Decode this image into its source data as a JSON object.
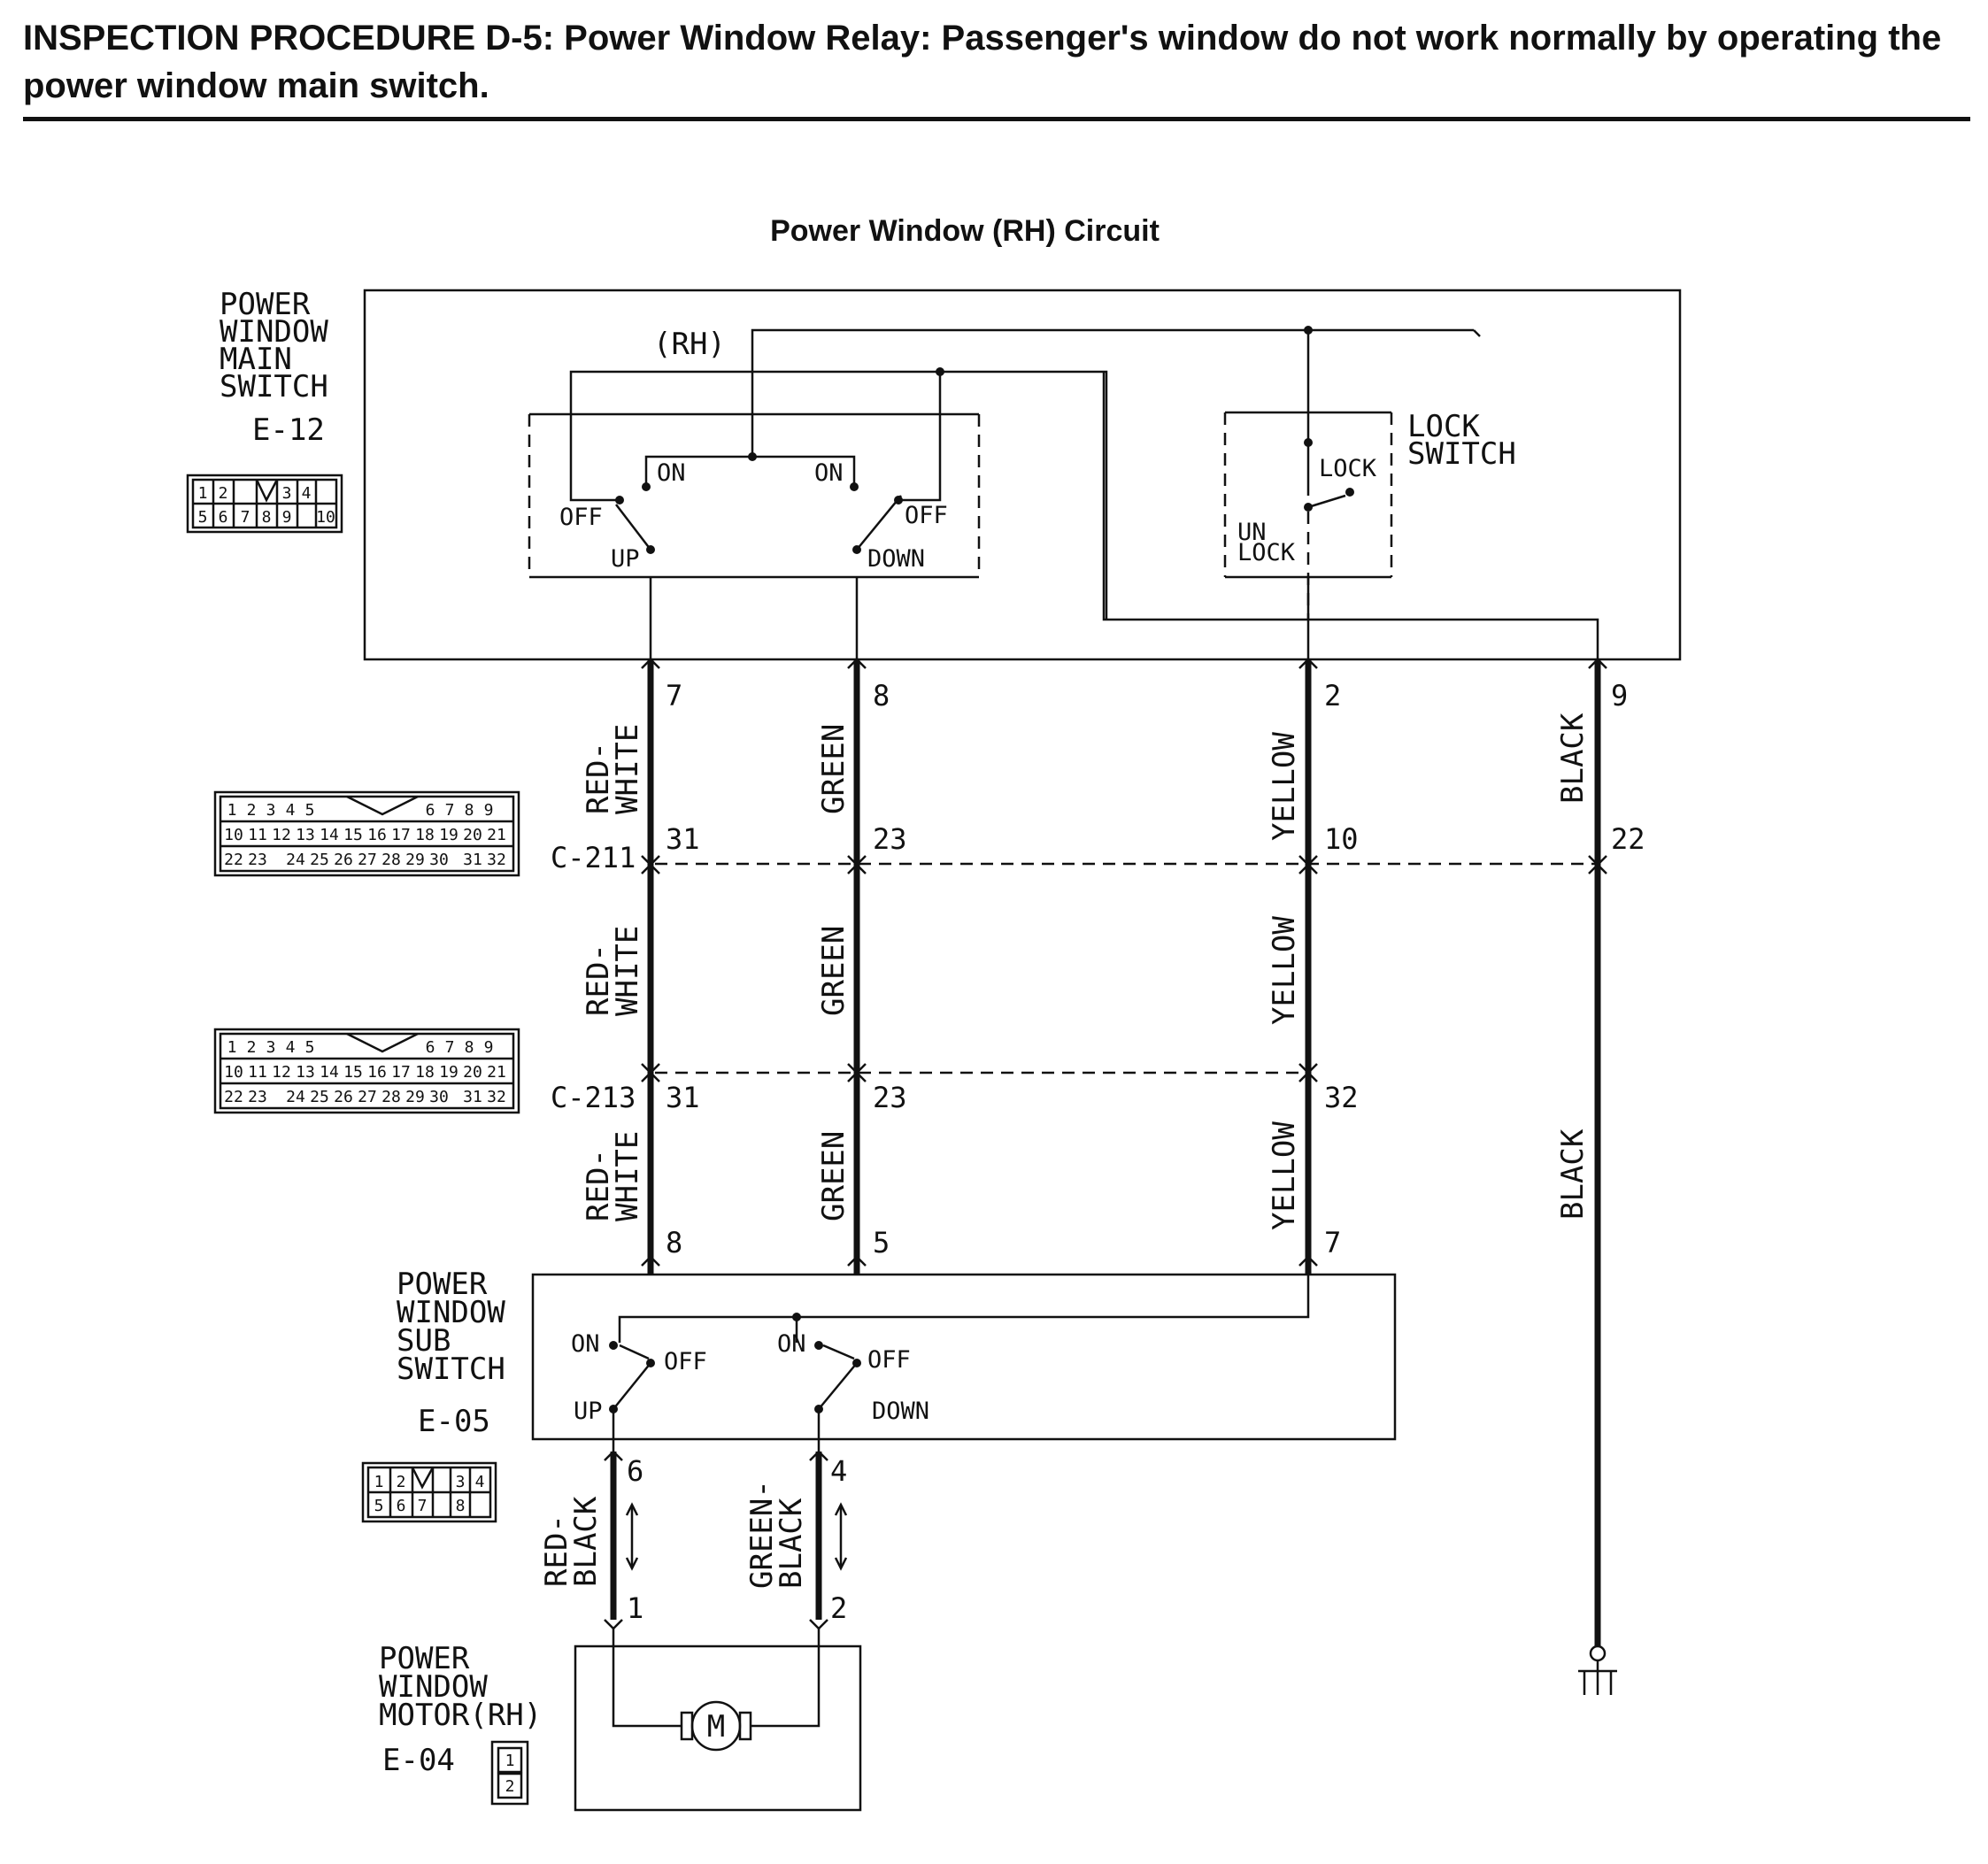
{
  "header": {
    "title": "INSPECTION PROCEDURE D-5: Power Window Relay: Passenger's window do not work normally by operating the power window main switch."
  },
  "diagram": {
    "title": "Power Window (RH) Circuit",
    "main_switch": {
      "name_lines": [
        "POWER",
        "WINDOW",
        "MAIN",
        "SWITCH"
      ],
      "connector": "E-12",
      "connector_pins": [
        "1",
        "2",
        "3",
        "4",
        "5",
        "6",
        "7",
        "8",
        "9",
        "10"
      ],
      "side": "(RH)",
      "labels": {
        "on_left": "ON",
        "on_right": "ON",
        "off_left": "OFF",
        "off_right": "OFF",
        "up": "UP",
        "down": "DOWN"
      },
      "lock_switch": {
        "name_lines": [
          "LOCK",
          "SWITCH"
        ],
        "lock": "LOCK",
        "unlock_lines": [
          "UN",
          "LOCK"
        ]
      }
    },
    "connector_c211": {
      "name": "C-211",
      "pins_row1": [
        "1",
        "2",
        "3",
        "4",
        "5",
        "6",
        "7",
        "8",
        "9"
      ],
      "pins_row2": [
        "10",
        "11",
        "12",
        "13",
        "14",
        "15",
        "16",
        "17",
        "18",
        "19",
        "20",
        "21"
      ],
      "pins_row3": [
        "22",
        "23",
        "24",
        "25",
        "26",
        "27",
        "28",
        "29",
        "30",
        "31",
        "32"
      ]
    },
    "connector_c213": {
      "name": "C-213",
      "pins_row1": [
        "1",
        "2",
        "3",
        "4",
        "5",
        "6",
        "7",
        "8",
        "9"
      ],
      "pins_row2": [
        "10",
        "11",
        "12",
        "13",
        "14",
        "15",
        "16",
        "17",
        "18",
        "19",
        "20",
        "21"
      ],
      "pins_row3": [
        "22",
        "23",
        "24",
        "25",
        "26",
        "27",
        "28",
        "29",
        "30",
        "31",
        "32"
      ]
    },
    "wires": {
      "w1": {
        "color_a_lines": [
          "RED-",
          "WHITE"
        ],
        "pins": [
          "7",
          "31",
          "31",
          "8"
        ]
      },
      "w2": {
        "color": "GREEN",
        "pins": [
          "8",
          "23",
          "23",
          "5"
        ]
      },
      "w3": {
        "color": "YELLOW",
        "pins": [
          "2",
          "10",
          "32",
          "7"
        ]
      },
      "w4": {
        "color": "BLACK",
        "pins": [
          "9",
          "22"
        ]
      }
    },
    "sub_switch": {
      "name_lines": [
        "POWER",
        "WINDOW",
        "SUB",
        "SWITCH"
      ],
      "connector": "E-05",
      "connector_pins": [
        "1",
        "2",
        "3",
        "4",
        "5",
        "6",
        "7",
        "8"
      ],
      "labels": {
        "on_left": "ON",
        "off_left": "OFF",
        "on_right": "ON",
        "off_right": "OFF",
        "up": "UP",
        "down": "DOWN"
      }
    },
    "motor_wires": {
      "left": {
        "color_lines": [
          "RED-",
          "BLACK"
        ],
        "pins": [
          "6",
          "1"
        ]
      },
      "right": {
        "color_lines": [
          "GREEN-",
          "BLACK"
        ],
        "pins": [
          "4",
          "2"
        ]
      }
    },
    "motor": {
      "name_lines": [
        "POWER",
        "WINDOW",
        "MOTOR(RH)"
      ],
      "connector": "E-04",
      "symbol": "M",
      "connector_pins": [
        "1",
        "2"
      ]
    }
  }
}
